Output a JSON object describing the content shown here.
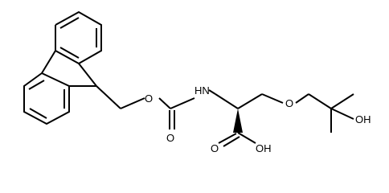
{
  "molecule": {
    "atoms": {
      "o_ester": "O",
      "o_carbonyl": "O",
      "nh": "HN",
      "o_ether": "O",
      "oh_tertiary": "OH",
      "o_acid_carbonyl": "O",
      "oh_acid": "OH"
    }
  }
}
